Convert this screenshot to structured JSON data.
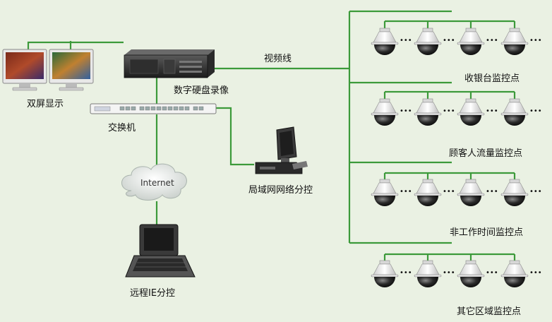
{
  "labels": {
    "dual_display": "双屏显示",
    "dvr": "数字硬盘录像",
    "switch": "交换机",
    "video_line": "视频线",
    "lan": "局域网网络分控",
    "internet": "Internet",
    "remote": "远程IE分控",
    "group1": "收银台监控点",
    "group2": "顾客人流量监控点",
    "group3": "非工作时间监控点",
    "group4": "其它区域监控点"
  },
  "ellipsis": "•••",
  "colors": {
    "background": "#eaf1e3",
    "line": "#3c9a3a",
    "camera_body": "#f2f2f2",
    "camera_dome": "#1e1e1e"
  },
  "icons": [
    "monitor-icon",
    "dvr-icon",
    "switch-icon",
    "cloud-icon",
    "laptop-icon",
    "desktop-pc-icon",
    "dome-camera-icon"
  ]
}
